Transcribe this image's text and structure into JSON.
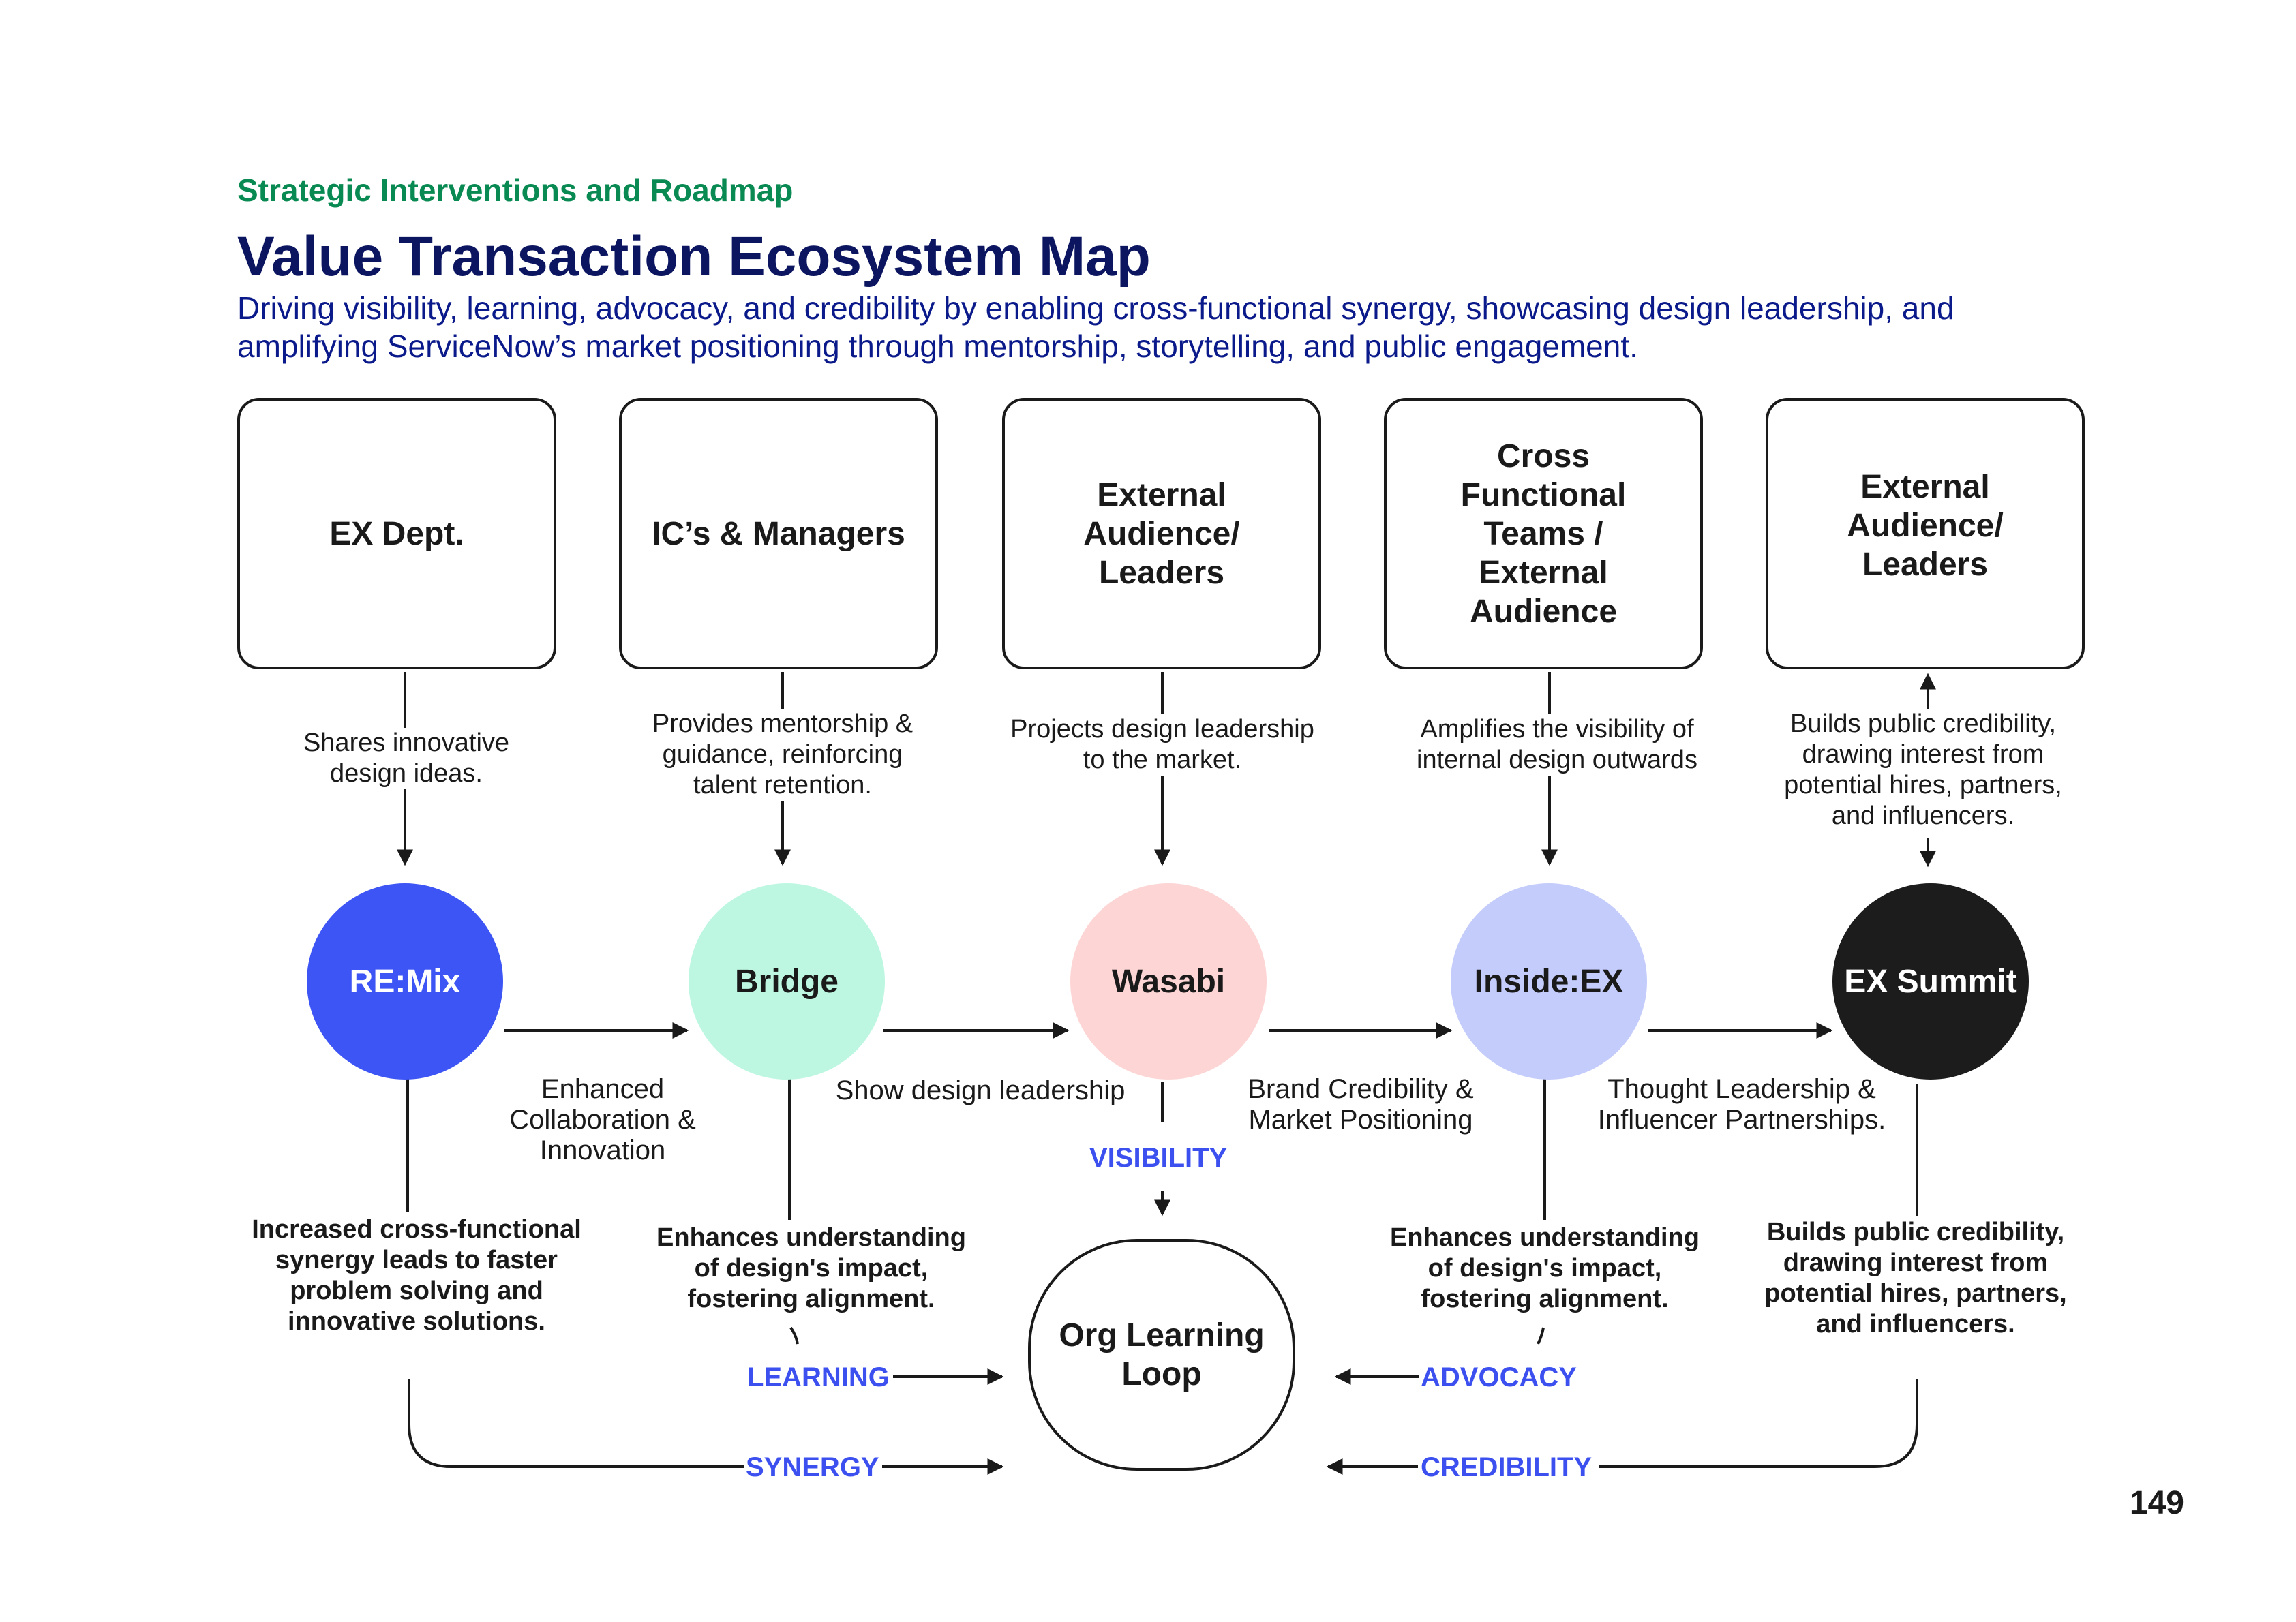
{
  "header": {
    "eyebrow": "Strategic Interventions and Roadmap",
    "title": "Value Transaction Ecosystem Map",
    "subtitle": "Driving visibility, learning, advocacy, and credibility by enabling cross-functional synergy, showcasing design leadership, and amplifying ServiceNow’s market positioning through mentorship, storytelling, and public engagement."
  },
  "actors": [
    {
      "label": "EX Dept."
    },
    {
      "label": "IC’s & Managers"
    },
    {
      "label": "External Audience/ Leaders"
    },
    {
      "label": "Cross Functional Teams / External Audience"
    },
    {
      "label": "External Audience/ Leaders"
    }
  ],
  "actor_descriptions": [
    "Shares innovative design ideas.",
    "Provides mentorship & guidance, reinforcing talent retention.",
    "Projects design leadership to the market.",
    "Amplifies the visibility of internal design outwards",
    "Builds public credibility, drawing interest from potential hires, partners, and influencers."
  ],
  "nodes": [
    {
      "label": "RE:Mix",
      "color": "#3d55f5",
      "text_color": "#ffffff"
    },
    {
      "label": "Bridge",
      "color": "#bdf7e1",
      "text_color": "#1a1a1a"
    },
    {
      "label": "Wasabi",
      "color": "#fdd5d5",
      "text_color": "#1a1a1a"
    },
    {
      "label": "Inside:EX",
      "color": "#c4ccfb",
      "text_color": "#1a1a1a"
    },
    {
      "label": "EX Summit",
      "color": "#1c1c1c",
      "text_color": "#ffffff"
    }
  ],
  "flows": [
    "Enhanced Collaboration & Innovation",
    "Show design leadership",
    "Brand Credibility & Market Positioning",
    "Thought Leadership & Influencer Partnerships."
  ],
  "impacts": [
    "Increased cross-functional synergy leads to faster problem solving and innovative solutions.",
    "Enhances understanding of design's impact, fostering alignment.",
    "Enhances understanding of design's impact, fostering alignment.",
    "Builds public credibility, drawing interest from potential hires, partners, and influencers."
  ],
  "tags": {
    "visibility": "VISIBILITY",
    "learning": "LEARNING",
    "advocacy": "ADVOCACY",
    "synergy": "SYNERGY",
    "credibility": "CREDIBILITY"
  },
  "loop": {
    "label": "Org Learning Loop"
  },
  "page_number": "149",
  "colors": {
    "eyebrow": "#0a8a53",
    "title": "#0b1560",
    "subtitle": "#0b1a8a",
    "tag": "#3c50f0",
    "line": "#1a1a1a"
  }
}
